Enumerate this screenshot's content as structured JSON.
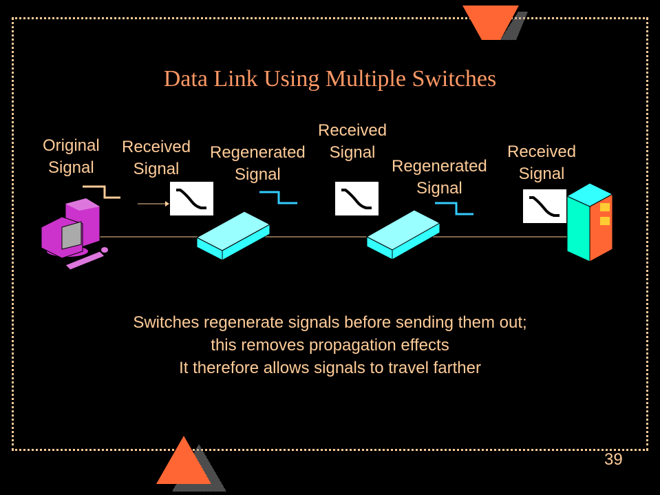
{
  "slide": {
    "title": "Data Link Using Multiple Switches",
    "page_number": "39"
  },
  "labels": {
    "original_signal": [
      "Original",
      "Signal"
    ],
    "received_signal_1": [
      "Received",
      "Signal"
    ],
    "regenerated_signal_1": [
      "Regenerated",
      "Signal"
    ],
    "received_signal_2": [
      "Received",
      "Signal"
    ],
    "regenerated_signal_2": [
      "Regenerated",
      "Signal"
    ],
    "received_signal_3": [
      "Received",
      "Signal"
    ]
  },
  "devices": [
    "computer",
    "switch",
    "switch",
    "server"
  ],
  "caption": {
    "line1": "Switches regenerate signals before sending them out;",
    "line2": "this removes propagation effects",
    "line3": "It therefore allows signals to travel farther"
  },
  "colors": {
    "background": "#000000",
    "title": "#ff9966",
    "text": "#ffcc99",
    "accent_shape": "#ff6633",
    "regenerated_signal": "#33ccff",
    "switch": "#33ffff",
    "computer": "#cc33cc"
  }
}
